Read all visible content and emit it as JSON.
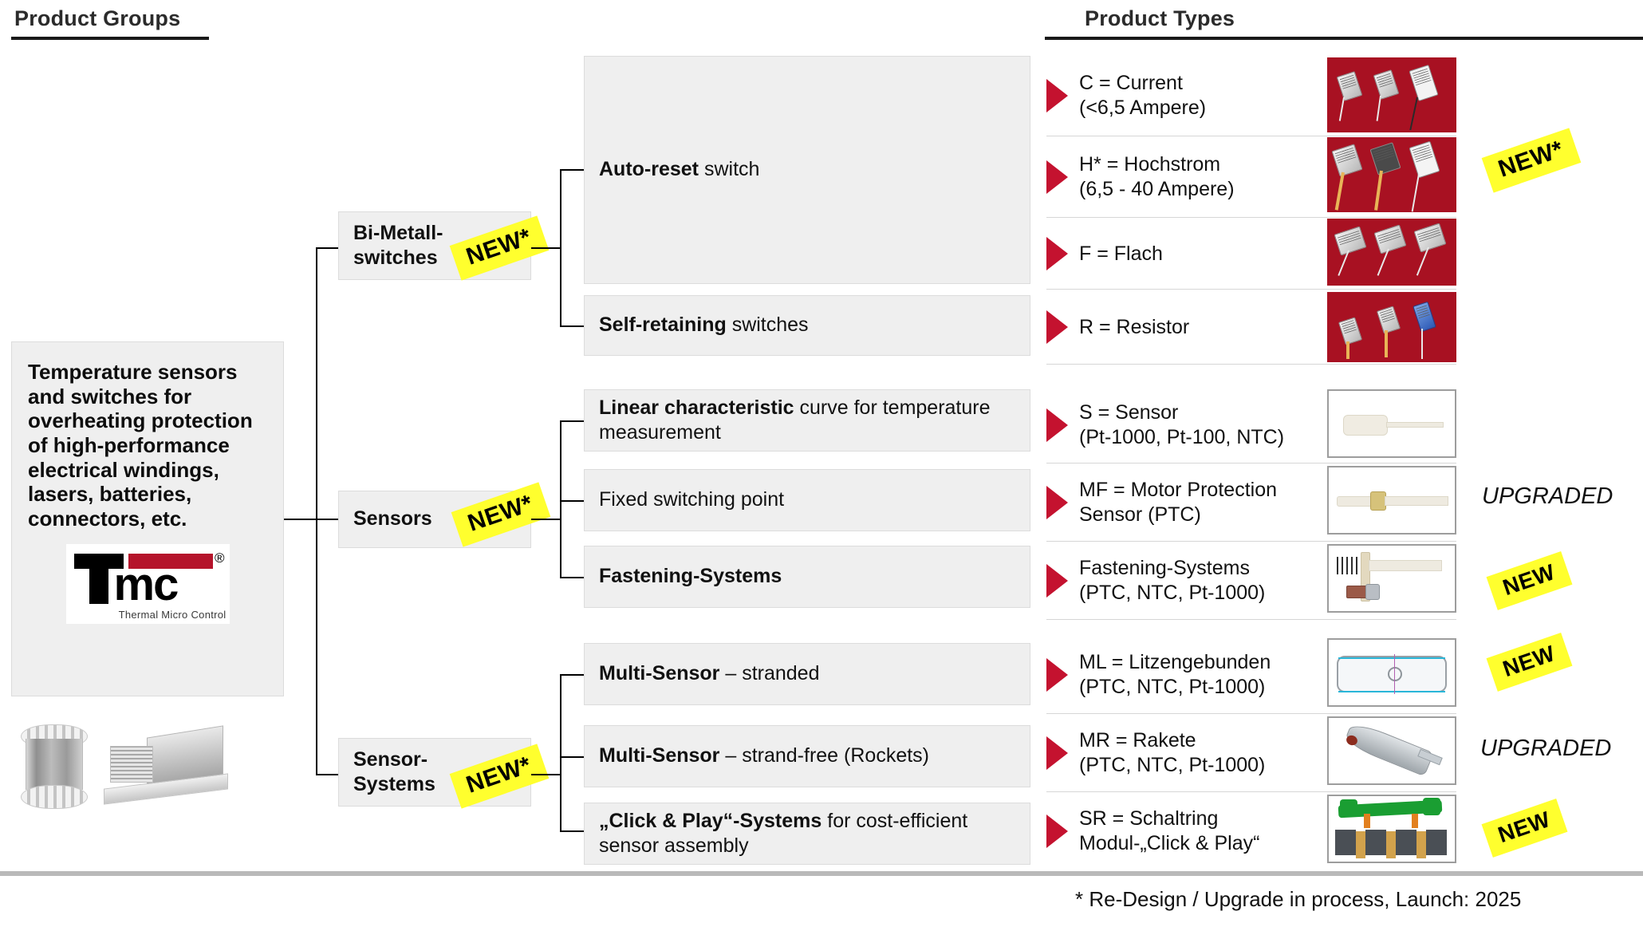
{
  "headers": {
    "product_groups": "Product Groups",
    "product_types": "Product Types"
  },
  "root": {
    "description": "Temperature sensors and switches for overheating protection of high-performance electrical windings, lasers, batteries, connectors, etc.",
    "logo": {
      "wordmark": "Tmc",
      "mc": "mc",
      "registered": "®",
      "tagline": "Thermal Micro Control",
      "red": "#b5142b"
    },
    "photos": [
      {
        "name": "stator-winding-photo"
      },
      {
        "name": "transformer-core-photo"
      }
    ]
  },
  "groups": [
    {
      "label_line1": "Bi-Metall-",
      "label_line2": "switches",
      "badge": "NEW*"
    },
    {
      "label_line1": "Sensors",
      "label_line2": "",
      "badge": "NEW*"
    },
    {
      "label_line1": "Sensor-",
      "label_line2": "Systems",
      "badge": "NEW*"
    }
  ],
  "subgroups": [
    {
      "strong": "Auto-reset",
      "rest": " switch"
    },
    {
      "strong": "Self-retaining",
      "rest": " switches"
    },
    {
      "strong": "Linear characteristic",
      "rest": " curve for temperature measurement"
    },
    {
      "strong": "",
      "rest": "Fixed switching point"
    },
    {
      "strong": "Fastening-Systems",
      "rest": ""
    },
    {
      "strong": "Multi-Sensor",
      "rest": " – stranded"
    },
    {
      "strong": "Multi-Sensor",
      "rest": " – strand-free (Rockets)"
    },
    {
      "strong": "„Click & Play“-Systems",
      "rest": " for cost-efficient sensor assembly"
    }
  ],
  "types": [
    {
      "line1": "C = Current",
      "line2": "(<6,5 Ampere)",
      "thumb": "red",
      "icon": "bimetal-chips-photo",
      "badge": ""
    },
    {
      "line1": "H* = Hochstrom",
      "line2": "(6,5 - 40 Ampere)",
      "thumb": "red",
      "icon": "high-current-chips-photo",
      "badge": "NEW*"
    },
    {
      "line1": "F = Flach",
      "line2": "",
      "thumb": "red",
      "icon": "flat-chips-photo",
      "badge": ""
    },
    {
      "line1": "R = Resistor",
      "line2": "",
      "thumb": "red",
      "icon": "resistor-chips-photo",
      "badge": ""
    },
    {
      "line1": "S = Sensor",
      "line2": "(Pt-1000, Pt-100, NTC)",
      "thumb": "white",
      "icon": "sensor-probe-photo",
      "badge": ""
    },
    {
      "line1": "MF = Motor Protection",
      "line2": "Sensor (PTC)",
      "thumb": "white",
      "icon": "motor-protection-sensor-photo",
      "badge": "UPGRADED"
    },
    {
      "line1": "Fastening-Systems",
      "line2": "(PTC, NTC, Pt-1000)",
      "thumb": "white",
      "icon": "fastening-system-photo",
      "badge": "NEW"
    },
    {
      "line1": "ML = Litzengebunden",
      "line2": "(PTC, NTC, Pt-1000)",
      "thumb": "white",
      "icon": "stranded-sensor-cad-photo",
      "badge": "NEW"
    },
    {
      "line1": "MR = Rakete",
      "line2": "(PTC, NTC, Pt-1000)",
      "thumb": "white",
      "icon": "rocket-sensor-cad-photo",
      "badge": "UPGRADED"
    },
    {
      "line1": "SR = Schaltring",
      "line2": "Modul-„Click & Play“",
      "thumb": "white",
      "icon": "switching-ring-cad-photo",
      "badge": "NEW"
    }
  ],
  "footer": {
    "note": "* Re-Design / Upgrade in process, Launch: 2025"
  },
  "colors": {
    "accent_red": "#c4122f",
    "thumb_red": "#a81122",
    "badge_yellow": "#ffff2e",
    "node_grey": "#efefef"
  }
}
